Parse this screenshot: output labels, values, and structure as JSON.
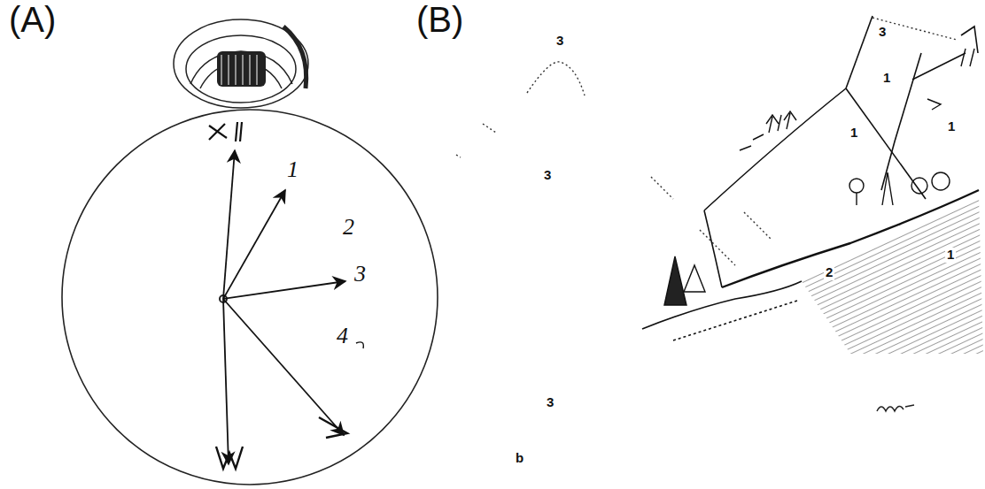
{
  "diagram": {
    "labels": [
      "(A)",
      "1",
      "2",
      "3",
      "4",
      "(B)",
      "3",
      "3",
      "3",
      "1",
      "1",
      "1",
      "1",
      "2",
      "3",
      "b"
    ]
  }
}
